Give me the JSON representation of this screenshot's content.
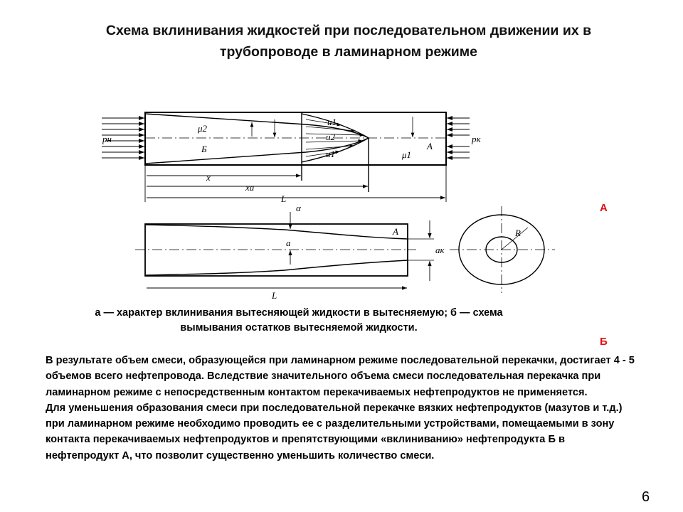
{
  "title": {
    "line1": "Схема вклинивания жидкостей при последовательном движении их в",
    "line2": "трубопроводе в ламинарном режиме"
  },
  "diagram_labels": {
    "p_n": "pн",
    "p_k": "pк",
    "mu2": "μ2",
    "mu1": "μ1",
    "B": "Б",
    "A": "А",
    "u1": "u1",
    "u2": "u2",
    "x": "x",
    "xa": "xa",
    "L": "L",
    "a": "a",
    "alpha": "α",
    "ak": "aк",
    "R": "R"
  },
  "marker_a": "А",
  "marker_b": "Б",
  "caption": {
    "line1": "а — характер вклинивания вытесняющей жидкости в вытесняемую; б — схема",
    "line2": "вымывания остатков вытесняемой жидкости."
  },
  "body": {
    "para1": "В результате объем смеси, образующейся при ламинарном режиме последовательной перекачки, достигает 4 - 5 объемов всего нефтепровода. Вследствие значительного объема смеси последовательная перекачка при ламинарном режиме с непосредственным контактом перекачиваемых нефтепродуктов не применяется.",
    "para2": "Для уменьшения образования смеси при последовательной перекачке вязких нефтепродуктов (мазутов и т.д.) при ламинарном режиме необходимо проводить ее с разделительными устройствами, помещаемыми в зону контакта перекачиваемых нефтепродуктов и препятствующими «вклиниванию» нефтепродукта Б в нефтепродукт А, что позволит существенно уменьшить количество смеси."
  },
  "page_number": "6"
}
